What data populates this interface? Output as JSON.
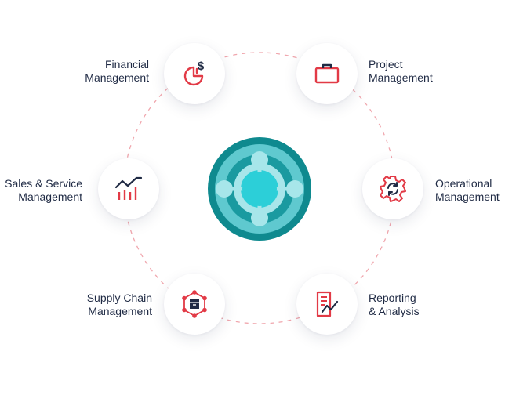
{
  "modules": [
    {
      "id": "financial",
      "line1": "Financial",
      "line2": "Management",
      "icon": "pie-chart-dollar-icon"
    },
    {
      "id": "project",
      "line1": "Project",
      "line2": "Management",
      "icon": "briefcase-icon"
    },
    {
      "id": "operational",
      "line1": "Operational",
      "line2": "Management",
      "icon": "gear-sync-icon"
    },
    {
      "id": "reporting",
      "line1": "Reporting",
      "line2": "& Analysis",
      "icon": "report-chart-icon"
    },
    {
      "id": "supply",
      "line1": "Supply Chain",
      "line2": "Management",
      "icon": "network-box-icon"
    },
    {
      "id": "sales",
      "line1": "Sales & Service",
      "line2": "Management",
      "icon": "bar-trend-chart-icon"
    }
  ],
  "colors": {
    "accent": "#e23a46",
    "text": "#1f2a44",
    "teal_dark": "#0f8a8f",
    "teal_mid": "#5fc9cf",
    "teal_light": "#a7e6ea",
    "cyan": "#2ccfd8"
  },
  "center_icon": "business-central-logo-icon"
}
